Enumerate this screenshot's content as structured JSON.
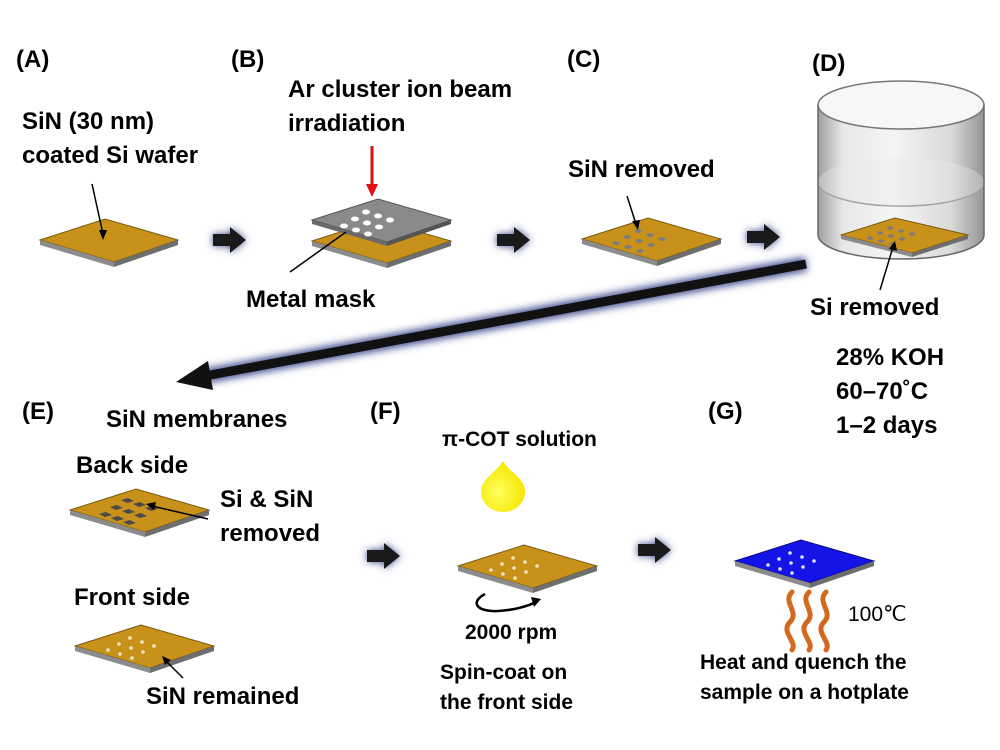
{
  "steps": [
    {
      "id": "A",
      "label": "(A)",
      "caption_lines": [
        "SiN (30 nm)",
        "coated Si wafer"
      ]
    },
    {
      "id": "B",
      "label": "(B)",
      "caption_lines": [
        "Ar cluster ion beam",
        "irradiation"
      ],
      "annotation": "Metal mask"
    },
    {
      "id": "C",
      "label": "(C)",
      "caption": "SiN removed"
    },
    {
      "id": "D",
      "label": "(D)",
      "annotation": "Si removed",
      "conditions": [
        "28% KOH",
        "60–70˚C",
        "1–2 days"
      ]
    },
    {
      "id": "E",
      "label": "(E)",
      "title": "SiN membranes",
      "back_label": "Back side",
      "back_annotation_lines": [
        "Si & SiN",
        "removed"
      ],
      "front_label": "Front side",
      "front_annotation": "SiN remained"
    },
    {
      "id": "F",
      "label": "(F)",
      "solution": "π-COT solution",
      "speed": "2000 rpm",
      "caption_lines": [
        "Spin-coat on",
        "the front side"
      ]
    },
    {
      "id": "G",
      "label": "(G)",
      "temperature": "100℃",
      "caption_lines": [
        "Heat and quench the",
        "sample on a hotplate"
      ]
    }
  ],
  "colors": {
    "sin_coating": "#C8921A",
    "si_edge": "#8C8C8C",
    "metal_mask": "#8A8A8A",
    "ion_beam": "#E01010",
    "droplet": "#FFF200",
    "heated_sample": "#1414E6",
    "heat_waves": "#D2691E",
    "arrow": "#1A1A1A",
    "arrow_glow": "#3C4A8C"
  }
}
